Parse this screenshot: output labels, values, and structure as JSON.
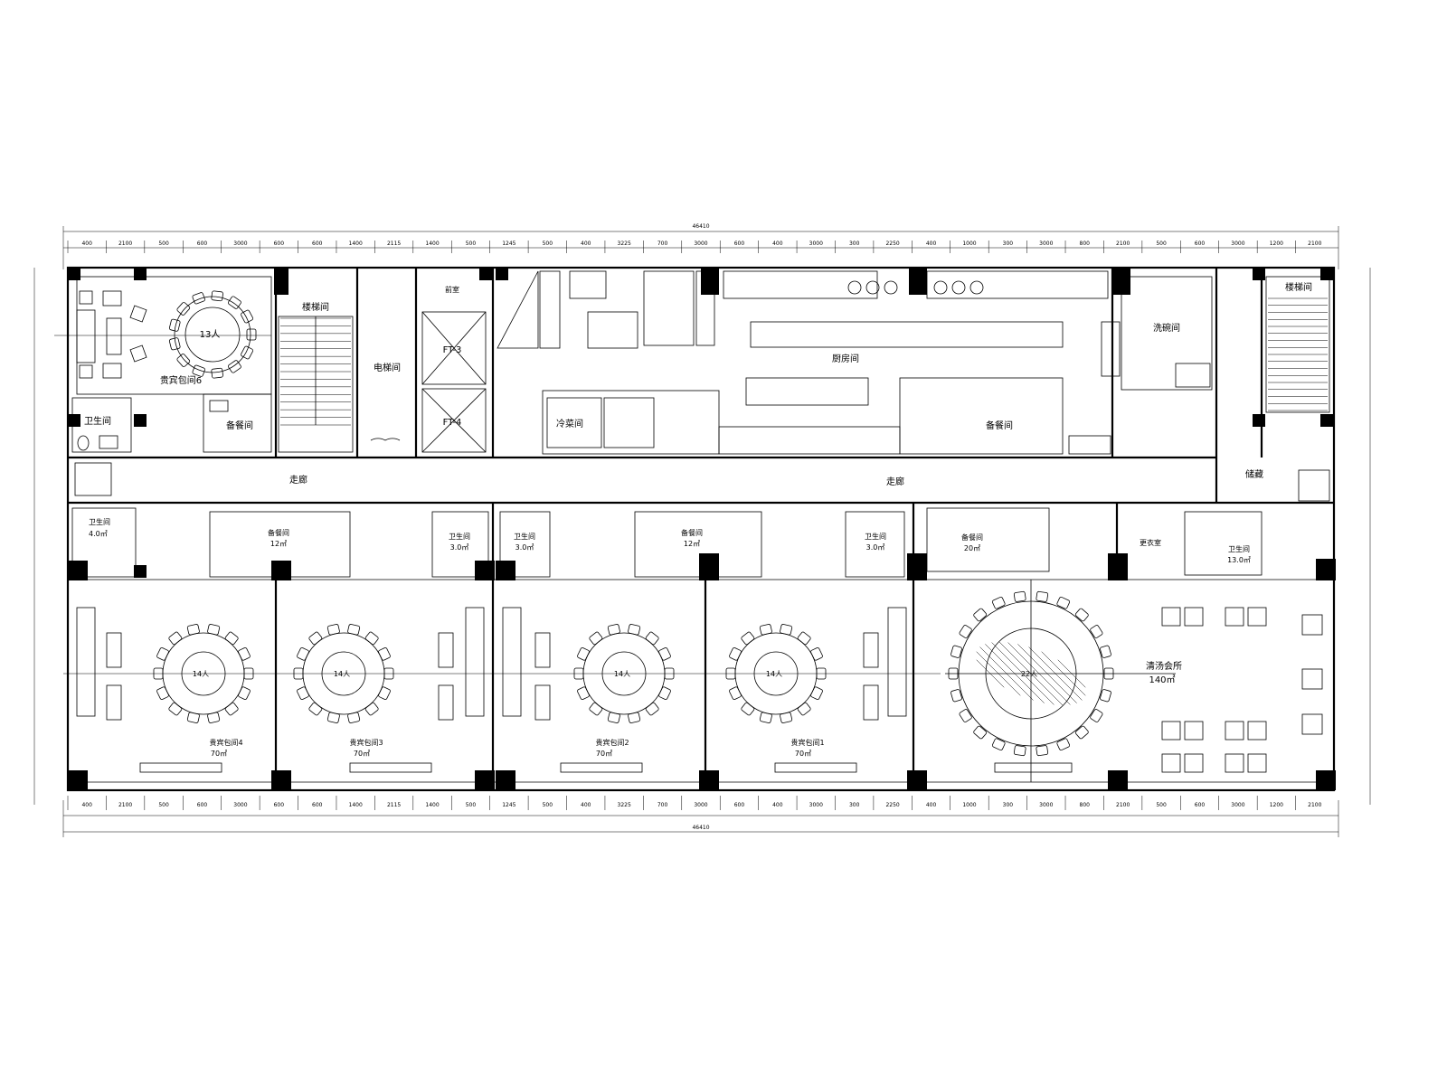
{
  "overall_dims": {
    "top": "46410",
    "bottom": "46410"
  },
  "dims_top": [
    "400",
    "2100",
    "500",
    "600",
    "3000",
    "600",
    "600",
    "1400",
    "2115",
    "1400",
    "500",
    "1245",
    "500",
    "400",
    "3225",
    "700",
    "3000",
    "600",
    "400",
    "3000",
    "300",
    "2250",
    "400",
    "1000",
    "300",
    "3000",
    "800",
    "2100",
    "500",
    "600",
    "3000",
    "1200",
    "2100"
  ],
  "rooms": {
    "vip6": {
      "name": "贵宾包间6",
      "seat": "13人"
    },
    "toilet_nw": "卫生间",
    "pantry_nw": "备餐间",
    "stair_w": "楼梯间",
    "elevator_hall": "电梯间",
    "elevator_lobby": "前室",
    "fire_elevators": [
      "FT-3",
      "FT-4"
    ],
    "kitchen": "厨房间",
    "cold_room": "冷菜间",
    "staff_room": "备餐间",
    "dish_room": "洗碗间",
    "corridor_w": "走廊",
    "corridor_e": "走廊",
    "stair_e": "楼梯间",
    "storage": "储藏",
    "toilet_sw": {
      "name": "卫生间",
      "area": "4.0㎡"
    },
    "pantry_sw": {
      "name": "备餐间",
      "area": "12㎡"
    },
    "toilet_2": {
      "name": "卫生间",
      "area": "3.0㎡"
    },
    "toilet_3": {
      "name": "卫生间",
      "area": "3.0㎡"
    },
    "pantry_mid": {
      "name": "备餐间",
      "area": "12㎡"
    },
    "toilet_4": {
      "name": "卫生间",
      "area": "3.0㎡"
    },
    "pantry_e": {
      "name": "备餐间",
      "area": "20㎡"
    },
    "cloak": "更衣室",
    "toilet_se": {
      "name": "卫生间",
      "area": "13.0㎡"
    },
    "vip4": {
      "name": "贵宾包间4",
      "area": "70㎡",
      "seat": "14人"
    },
    "vip3": {
      "name": "贵宾包间3",
      "area": "70㎡",
      "seat": "14人"
    },
    "vip2": {
      "name": "贵宾包间2",
      "area": "70㎡",
      "seat": "14人"
    },
    "vip1": {
      "name": "贵宾包间1",
      "area": "70㎡",
      "seat": "14人"
    },
    "banquet": {
      "name": "清汤会所",
      "area": "140㎡",
      "seat": "22人"
    }
  }
}
